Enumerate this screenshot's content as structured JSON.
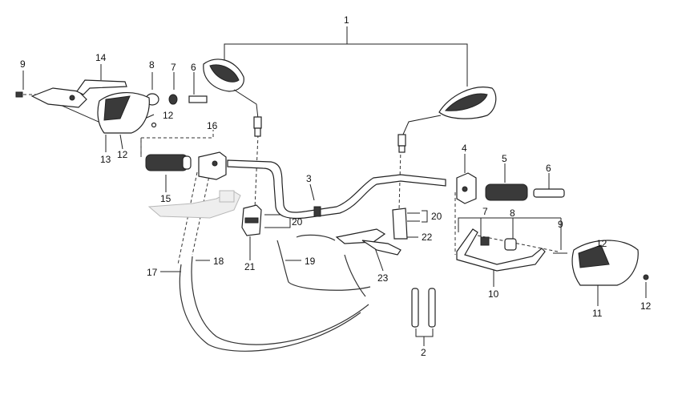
{
  "diagram": {
    "callouts": [
      {
        "id": "c1",
        "text": "1"
      },
      {
        "id": "c2",
        "text": "2"
      },
      {
        "id": "c3",
        "text": "3"
      },
      {
        "id": "c4",
        "text": "4"
      },
      {
        "id": "c5",
        "text": "5"
      },
      {
        "id": "c6a",
        "text": "6"
      },
      {
        "id": "c6b",
        "text": "6"
      },
      {
        "id": "c7a",
        "text": "7"
      },
      {
        "id": "c7b",
        "text": "7"
      },
      {
        "id": "c8a",
        "text": "8"
      },
      {
        "id": "c8b",
        "text": "8"
      },
      {
        "id": "c9a",
        "text": "9"
      },
      {
        "id": "c9b",
        "text": "9"
      },
      {
        "id": "c10",
        "text": "10"
      },
      {
        "id": "c11",
        "text": "11"
      },
      {
        "id": "c12a",
        "text": "12"
      },
      {
        "id": "c12b",
        "text": "12"
      },
      {
        "id": "c12c",
        "text": "12"
      },
      {
        "id": "c12d",
        "text": "12"
      },
      {
        "id": "c13",
        "text": "13"
      },
      {
        "id": "c14",
        "text": "14"
      },
      {
        "id": "c15",
        "text": "15"
      },
      {
        "id": "c16",
        "text": "16"
      },
      {
        "id": "c17",
        "text": "17"
      },
      {
        "id": "c18",
        "text": "18"
      },
      {
        "id": "c19",
        "text": "19"
      },
      {
        "id": "c20a",
        "text": "20"
      },
      {
        "id": "c20b",
        "text": "20"
      },
      {
        "id": "c21",
        "text": "21"
      },
      {
        "id": "c22",
        "text": "22"
      },
      {
        "id": "c23",
        "text": "23"
      }
    ]
  }
}
